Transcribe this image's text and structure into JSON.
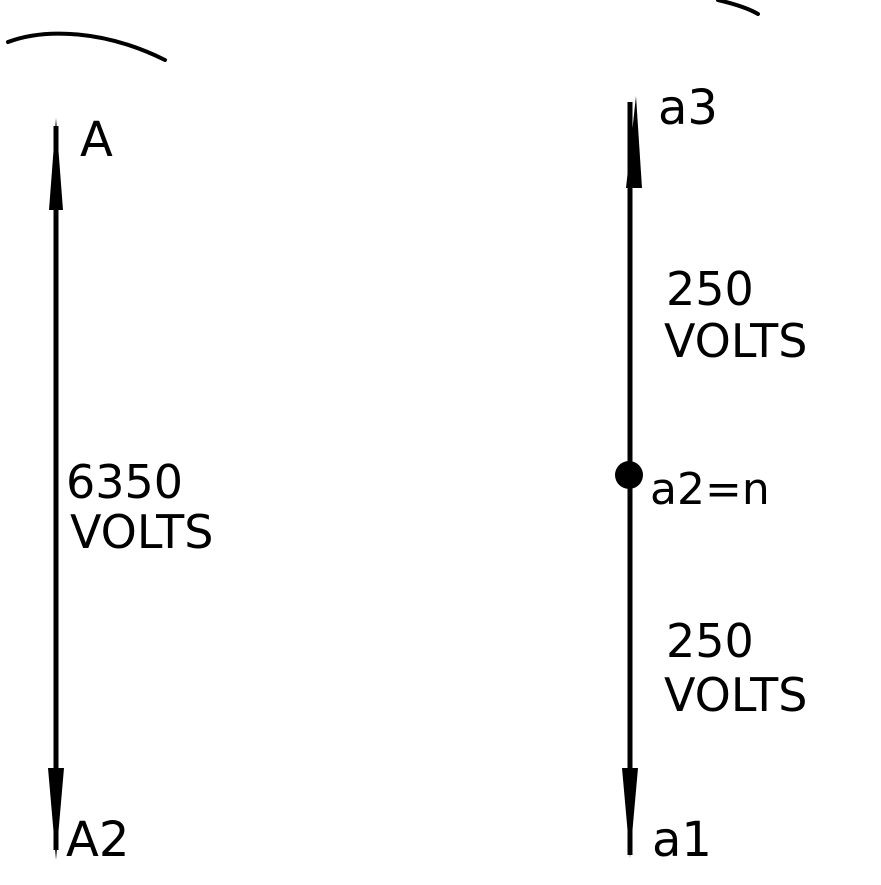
{
  "primary": {
    "top_label": "A",
    "bottom_label": "A2",
    "voltage_value": "6350",
    "voltage_unit": "VOLTS"
  },
  "secondary": {
    "top_label": "a3",
    "mid_label": "a2=n",
    "bottom_label": "a1",
    "upper_value": "250",
    "upper_unit": "VOLTS",
    "lower_value": "250",
    "lower_unit": "VOLTS"
  },
  "colors": {
    "ink": "#000000",
    "background": "#ffffff"
  }
}
